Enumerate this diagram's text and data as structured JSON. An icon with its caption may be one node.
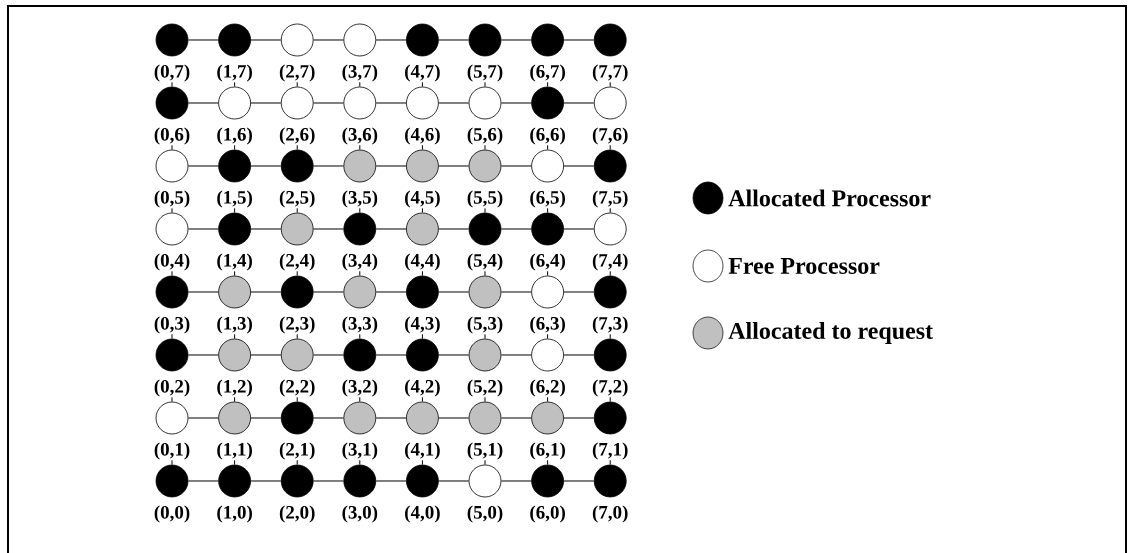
{
  "diagram": {
    "nodes": [
      {
        "text": [
          "(0,7)"
        ]
      },
      {
        "text": [
          "(1,7)"
        ]
      },
      {
        "text": [
          "(2,7)"
        ]
      },
      {
        "text": [
          "(3,7)"
        ]
      },
      {
        "text": [
          "(4,7)"
        ]
      },
      {
        "text": [
          "(5,7)"
        ]
      },
      {
        "text": [
          "(6,7)"
        ]
      },
      {
        "text": [
          "(7,7)"
        ]
      },
      {
        "text": [
          "(0,6)"
        ]
      },
      {
        "text": [
          "(1,6)"
        ]
      },
      {
        "text": [
          "(2,6)"
        ]
      },
      {
        "text": [
          "(3,6)"
        ]
      },
      {
        "text": [
          "(4,6)"
        ]
      },
      {
        "text": [
          "(5,6)"
        ]
      },
      {
        "text": [
          "(6,6)"
        ]
      },
      {
        "text": [
          "(7,6)"
        ]
      },
      {
        "text": [
          "(0,5)"
        ]
      },
      {
        "text": [
          "(1,5)"
        ]
      },
      {
        "text": [
          "(2,5)"
        ]
      },
      {
        "text": [
          "(3,5)"
        ]
      },
      {
        "text": [
          "(4,5)"
        ]
      },
      {
        "text": [
          "(5,5)"
        ]
      },
      {
        "text": [
          "(6,5)"
        ]
      },
      {
        "text": [
          "(7,5)"
        ]
      },
      {
        "text": [
          "(0,4)"
        ]
      },
      {
        "text": [
          "(1,4)"
        ]
      },
      {
        "text": [
          "(2,4)"
        ]
      },
      {
        "text": [
          "(3,4)"
        ]
      },
      {
        "text": [
          "(4,4)"
        ]
      },
      {
        "text": [
          "(5,4)"
        ]
      },
      {
        "text": [
          "(6,4)"
        ]
      },
      {
        "text": [
          "(7,4)"
        ]
      },
      {
        "text": [
          "(0,3)"
        ]
      },
      {
        "text": [
          "(1,3)"
        ]
      },
      {
        "text": [
          "(2,3)"
        ]
      },
      {
        "text": [
          "(3,3)"
        ]
      },
      {
        "text": [
          "(4,3)"
        ]
      },
      {
        "text": [
          "(5,3)"
        ]
      },
      {
        "text": [
          "(6,3)"
        ]
      },
      {
        "text": [
          "(7,3)"
        ]
      },
      {
        "text": [
          "(0,2)"
        ]
      },
      {
        "text": [
          "(1,2)"
        ]
      },
      {
        "text": [
          "(2,2)"
        ]
      },
      {
        "text": [
          "(3,2)"
        ]
      },
      {
        "text": [
          "(4,2)"
        ]
      },
      {
        "text": [
          "(5,2)"
        ]
      },
      {
        "text": [
          "(6,2)"
        ]
      },
      {
        "text": [
          "(7,2)"
        ]
      },
      {
        "text": [
          "(0,1)"
        ]
      },
      {
        "text": [
          "(1,1)"
        ]
      },
      {
        "text": [
          "(2,1)"
        ]
      },
      {
        "text": [
          "(3,1)"
        ]
      },
      {
        "text": [
          "(4,1)"
        ]
      },
      {
        "text": [
          "(5,1)"
        ]
      },
      {
        "text": [
          "(6,1)"
        ]
      },
      {
        "text": [
          "(7,1)"
        ]
      },
      {
        "text": [
          "(0,0)"
        ]
      },
      {
        "text": [
          "(1,0)"
        ]
      },
      {
        "text": [
          "(2,0)"
        ]
      },
      {
        "text": [
          "(3,0)"
        ]
      },
      {
        "text": [
          "(4,0)"
        ]
      },
      {
        "text": [
          "(5,0)"
        ]
      },
      {
        "text": [
          "(6,0)"
        ]
      },
      {
        "text": [
          "(7,0)"
        ]
      }
    ],
    "edges": [
      {
        "from": 0,
        "to": 1,
        "arrow": "none"
      },
      {
        "from": 1,
        "to": 2,
        "arrow": "none"
      },
      {
        "from": 2,
        "to": 3,
        "arrow": "none"
      },
      {
        "from": 3,
        "to": 4,
        "arrow": "none"
      },
      {
        "from": 4,
        "to": 5,
        "arrow": "none"
      },
      {
        "from": 5,
        "to": 6,
        "arrow": "none"
      },
      {
        "from": 6,
        "to": 7,
        "arrow": "none"
      },
      {
        "from": 0,
        "to": 8,
        "arrow": "none"
      },
      {
        "from": 1,
        "to": 9,
        "arrow": "none"
      },
      {
        "from": 2,
        "to": 10,
        "arrow": "none"
      },
      {
        "from": 3,
        "to": 11,
        "arrow": "none"
      },
      {
        "from": 4,
        "to": 12,
        "arrow": "none"
      },
      {
        "from": 5,
        "to": 13,
        "arrow": "none"
      },
      {
        "from": 6,
        "to": 14,
        "arrow": "none"
      },
      {
        "from": 7,
        "to": 15,
        "arrow": "none"
      },
      {
        "from": 8,
        "to": 9,
        "arrow": "none"
      },
      {
        "from": 9,
        "to": 10,
        "arrow": "none"
      },
      {
        "from": 10,
        "to": 11,
        "arrow": "none"
      },
      {
        "from": 11,
        "to": 12,
        "arrow": "none"
      },
      {
        "from": 12,
        "to": 13,
        "arrow": "none"
      },
      {
        "from": 13,
        "to": 14,
        "arrow": "none"
      },
      {
        "from": 14,
        "to": 15,
        "arrow": "none"
      },
      {
        "from": 8,
        "to": 16,
        "arrow": "none"
      },
      {
        "from": 9,
        "to": 17,
        "arrow": "none"
      },
      {
        "from": 10,
        "to": 18,
        "arrow": "none"
      },
      {
        "from": 11,
        "to": 19,
        "arrow": "none"
      },
      {
        "from": 12,
        "to": 20,
        "arrow": "none"
      },
      {
        "from": 13,
        "to": 21,
        "arrow": "none"
      },
      {
        "from": 14,
        "to": 22,
        "arrow": "none"
      },
      {
        "from": 15,
        "to": 23,
        "arrow": "none"
      },
      {
        "from": 16,
        "to": 17,
        "arrow": "none"
      },
      {
        "from": 17,
        "to": 18,
        "arrow": "none"
      },
      {
        "from": 18,
        "to": 19,
        "arrow": "none"
      },
      {
        "from": 19,
        "to": 20,
        "arrow": "none"
      },
      {
        "from": 20,
        "to": 21,
        "arrow": "none"
      },
      {
        "from": 21,
        "to": 22,
        "arrow": "none"
      },
      {
        "from": 22,
        "to": 23,
        "arrow": "none"
      },
      {
        "from": 16,
        "to": 24,
        "arrow": "none"
      },
      {
        "from": 17,
        "to": 25,
        "arrow": "none"
      },
      {
        "from": 18,
        "to": 26,
        "arrow": "none"
      },
      {
        "from": 19,
        "to": 27,
        "arrow": "none"
      },
      {
        "from": 20,
        "to": 28,
        "arrow": "none"
      },
      {
        "from": 21,
        "to": 29,
        "arrow": "none"
      },
      {
        "from": 22,
        "to": 30,
        "arrow": "none"
      },
      {
        "from": 23,
        "to": 31,
        "arrow": "none"
      },
      {
        "from": 24,
        "to": 25,
        "arrow": "none"
      },
      {
        "from": 25,
        "to": 26,
        "arrow": "none"
      },
      {
        "from": 26,
        "to": 27,
        "arrow": "none"
      },
      {
        "from": 27,
        "to": 28,
        "arrow": "none"
      },
      {
        "from": 28,
        "to": 29,
        "arrow": "none"
      },
      {
        "from": 29,
        "to": 30,
        "arrow": "none"
      },
      {
        "from": 30,
        "to": 31,
        "arrow": "none"
      },
      {
        "from": 24,
        "to": 32,
        "arrow": "none"
      },
      {
        "from": 25,
        "to": 33,
        "arrow": "none"
      },
      {
        "from": 26,
        "to": 34,
        "arrow": "none"
      },
      {
        "from": 27,
        "to": 35,
        "arrow": "none"
      },
      {
        "from": 28,
        "to": 36,
        "arrow": "none"
      },
      {
        "from": 29,
        "to": 37,
        "arrow": "none"
      },
      {
        "from": 30,
        "to": 38,
        "arrow": "none"
      },
      {
        "from": 31,
        "to": 39,
        "arrow": "none"
      },
      {
        "from": 32,
        "to": 33,
        "arrow": "none"
      },
      {
        "from": 33,
        "to": 34,
        "arrow": "none"
      },
      {
        "from": 34,
        "to": 35,
        "arrow": "none"
      },
      {
        "from": 35,
        "to": 36,
        "arrow": "none"
      },
      {
        "from": 36,
        "to": 37,
        "arrow": "none"
      },
      {
        "from": 37,
        "to": 38,
        "arrow": "none"
      },
      {
        "from": 38,
        "to": 39,
        "arrow": "none"
      },
      {
        "from": 32,
        "to": 40,
        "arrow": "none"
      },
      {
        "from": 33,
        "to": 41,
        "arrow": "none"
      },
      {
        "from": 34,
        "to": 42,
        "arrow": "none"
      },
      {
        "from": 35,
        "to": 43,
        "arrow": "none"
      },
      {
        "from": 36,
        "to": 44,
        "arrow": "none"
      },
      {
        "from": 37,
        "to": 45,
        "arrow": "none"
      },
      {
        "from": 38,
        "to": 46,
        "arrow": "none"
      },
      {
        "from": 39,
        "to": 47,
        "arrow": "none"
      },
      {
        "from": 40,
        "to": 41,
        "arrow": "none"
      },
      {
        "from": 41,
        "to": 42,
        "arrow": "none"
      },
      {
        "from": 42,
        "to": 43,
        "arrow": "none"
      },
      {
        "from": 43,
        "to": 44,
        "arrow": "none"
      },
      {
        "from": 44,
        "to": 45,
        "arrow": "none"
      },
      {
        "from": 45,
        "to": 46,
        "arrow": "none"
      },
      {
        "from": 46,
        "to": 47,
        "arrow": "none"
      },
      {
        "from": 40,
        "to": 48,
        "arrow": "none"
      },
      {
        "from": 41,
        "to": 49,
        "arrow": "none"
      },
      {
        "from": 42,
        "to": 50,
        "arrow": "none"
      },
      {
        "from": 43,
        "to": 51,
        "arrow": "none"
      },
      {
        "from": 44,
        "to": 52,
        "arrow": "none"
      },
      {
        "from": 45,
        "to": 53,
        "arrow": "none"
      },
      {
        "from": 46,
        "to": 54,
        "arrow": "none"
      },
      {
        "from": 47,
        "to": 55,
        "arrow": "none"
      },
      {
        "from": 48,
        "to": 49,
        "arrow": "none"
      },
      {
        "from": 49,
        "to": 50,
        "arrow": "none"
      },
      {
        "from": 50,
        "to": 51,
        "arrow": "none"
      },
      {
        "from": 51,
        "to": 52,
        "arrow": "none"
      },
      {
        "from": 52,
        "to": 53,
        "arrow": "none"
      },
      {
        "from": 53,
        "to": 54,
        "arrow": "none"
      },
      {
        "from": 54,
        "to": 55,
        "arrow": "none"
      },
      {
        "from": 48,
        "to": 56,
        "arrow": "none"
      },
      {
        "from": 49,
        "to": 57,
        "arrow": "none"
      },
      {
        "from": 50,
        "to": 58,
        "arrow": "none"
      },
      {
        "from": 51,
        "to": 59,
        "arrow": "none"
      },
      {
        "from": 52,
        "to": 60,
        "arrow": "none"
      },
      {
        "from": 53,
        "to": 61,
        "arrow": "none"
      },
      {
        "from": 54,
        "to": 62,
        "arrow": "none"
      },
      {
        "from": 55,
        "to": 63,
        "arrow": "none"
      },
      {
        "from": 56,
        "to": 57,
        "arrow": "none"
      },
      {
        "from": 57,
        "to": 58,
        "arrow": "none"
      },
      {
        "from": 58,
        "to": 59,
        "arrow": "none"
      },
      {
        "from": 59,
        "to": 60,
        "arrow": "none"
      },
      {
        "from": 60,
        "to": 61,
        "arrow": "none"
      },
      {
        "from": 61,
        "to": 62,
        "arrow": "none"
      },
      {
        "from": 62,
        "to": 63,
        "arrow": "none"
      }
    ],
    "legend": [
      {
        "text": "Allocated Processor",
        "color": "#000000"
      },
      {
        "text": "Free Processor"
      },
      {
        "text": "Allocated to request",
        "color": "#c0c0c0"
      }
    ]
  }
}
